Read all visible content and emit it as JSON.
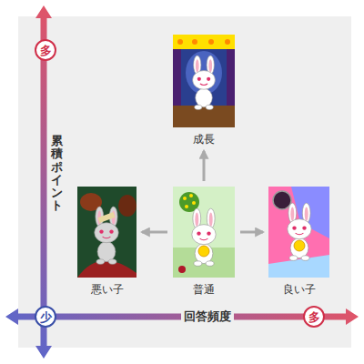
{
  "diagram": {
    "nodes": [
      {
        "text": [
          "多"
        ]
      },
      {
        "text": [
          "成長"
        ]
      },
      {
        "text": [
          "悪い子"
        ]
      },
      {
        "text": [
          "普通"
        ]
      },
      {
        "text": [
          "良い子"
        ]
      },
      {
        "text": [
          "少"
        ]
      },
      {
        "text": [
          "多"
        ]
      }
    ],
    "edges": [
      {
        "from": 3,
        "to": 1,
        "arrow": "to"
      },
      {
        "from": 3,
        "to": 2,
        "arrow": "to"
      },
      {
        "from": 3,
        "to": 4,
        "arrow": "to"
      }
    ],
    "labels": [
      "累積ポイント",
      "回答頻度"
    ]
  }
}
